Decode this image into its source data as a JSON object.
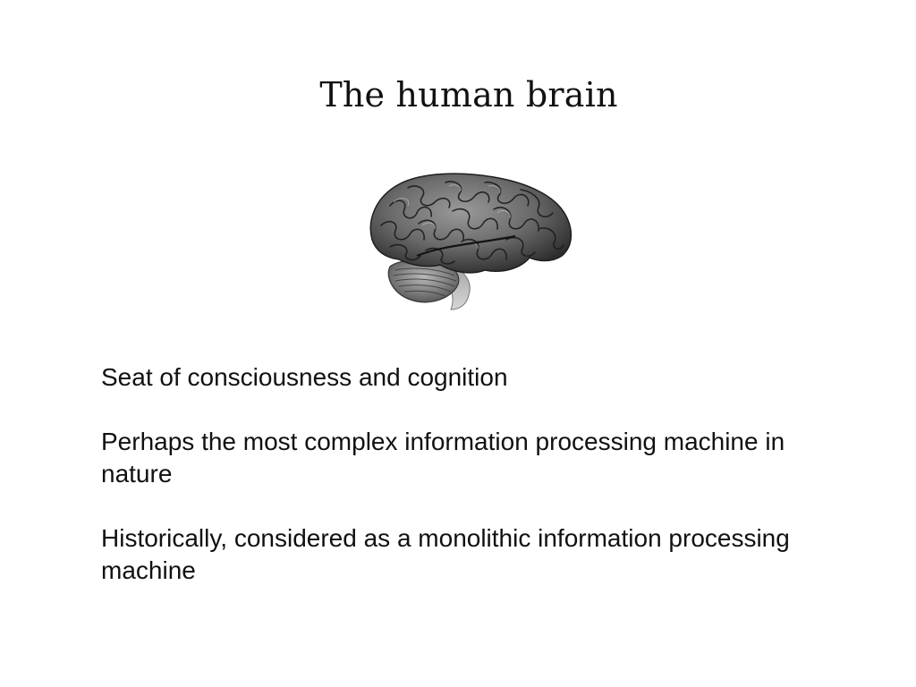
{
  "slide": {
    "title": "The human brain",
    "image_alt": "brain-illustration",
    "bullets": [
      "Seat of consciousness and cognition",
      "Perhaps the most complex information processing machine in nature",
      "Historically, considered as a monolithic information processing machine"
    ]
  }
}
